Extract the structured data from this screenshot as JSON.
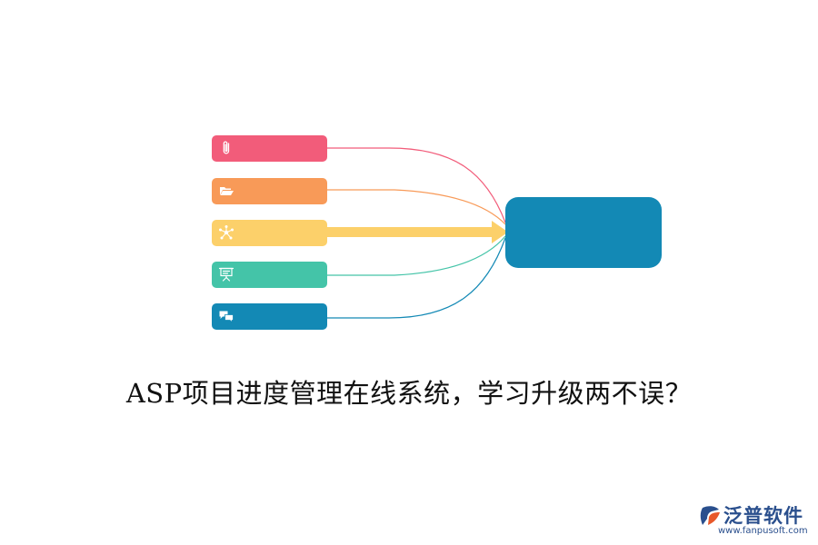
{
  "diagram": {
    "items": [
      {
        "icon": "paperclip-icon",
        "color": "#f25c7a"
      },
      {
        "icon": "folder-open-icon",
        "color": "#f89a58"
      },
      {
        "icon": "network-icon",
        "color": "#fcd06a"
      },
      {
        "icon": "presentation-board-icon",
        "color": "#44c4a8"
      },
      {
        "icon": "chat-bubbles-icon",
        "color": "#1389b5"
      }
    ],
    "hub_color": "#1389b5",
    "highlight_item": 3,
    "arrow_color": "#fcd06a"
  },
  "headline": "ASP项目进度管理在线系统，学习升级两不误？",
  "logo": {
    "name": "泛普软件",
    "url": "www.fanpusoft.com",
    "color": "#2a4f8d",
    "accent": "#e8582a"
  }
}
